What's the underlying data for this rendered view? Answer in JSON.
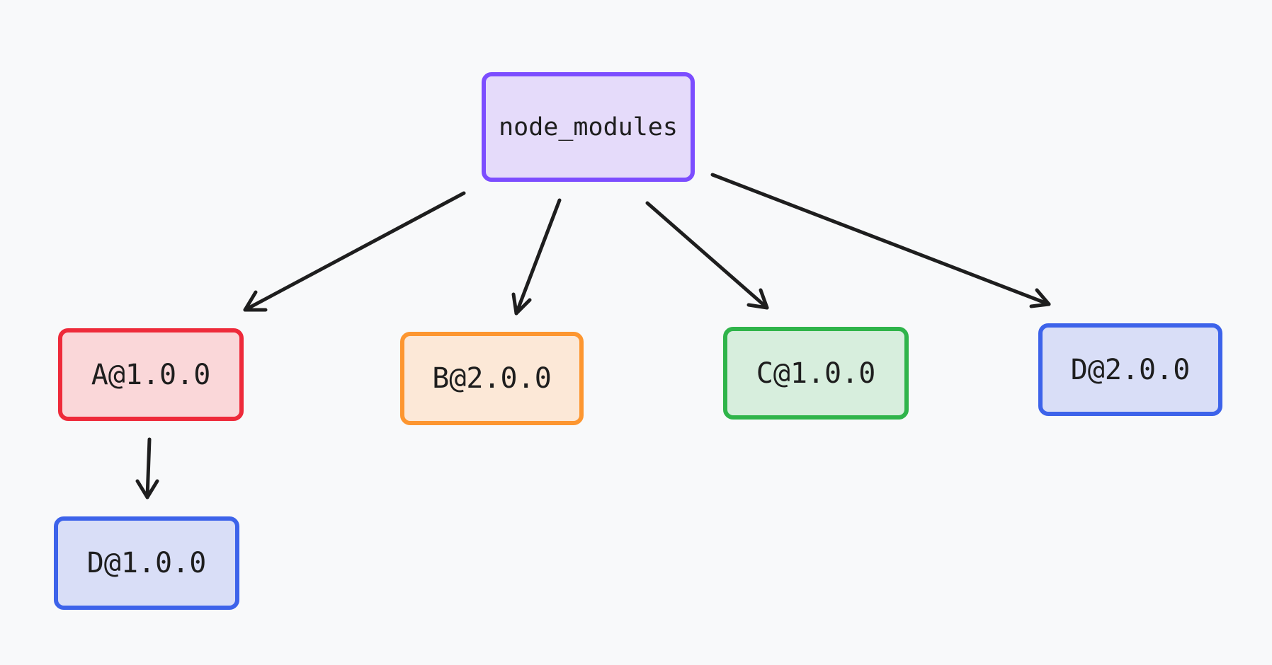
{
  "colors": {
    "background": "#f8f9fa",
    "arrow": "#1e1e1e",
    "text": "#1e1e1e"
  },
  "nodes": {
    "root": {
      "label": "node_modules",
      "stroke": "#7c4dff",
      "fill": "#e5dbfa"
    },
    "a": {
      "label": "A@1.0.0",
      "stroke": "#ee2a3a",
      "fill": "#fad7d9"
    },
    "b": {
      "label": "B@2.0.0",
      "stroke": "#fd9630",
      "fill": "#fce8d7"
    },
    "c": {
      "label": "C@1.0.0",
      "stroke": "#2fb44a",
      "fill": "#d7eedd"
    },
    "d2": {
      "label": "D@2.0.0",
      "stroke": "#3d63ea",
      "fill": "#d9def7"
    },
    "d1": {
      "label": "D@1.0.0",
      "stroke": "#3d63ea",
      "fill": "#d9def7"
    }
  },
  "edges": [
    {
      "from": "node_modules",
      "to": "A@1.0.0"
    },
    {
      "from": "node_modules",
      "to": "B@2.0.0"
    },
    {
      "from": "node_modules",
      "to": "C@1.0.0"
    },
    {
      "from": "node_modules",
      "to": "D@2.0.0"
    },
    {
      "from": "A@1.0.0",
      "to": "D@1.0.0"
    }
  ]
}
